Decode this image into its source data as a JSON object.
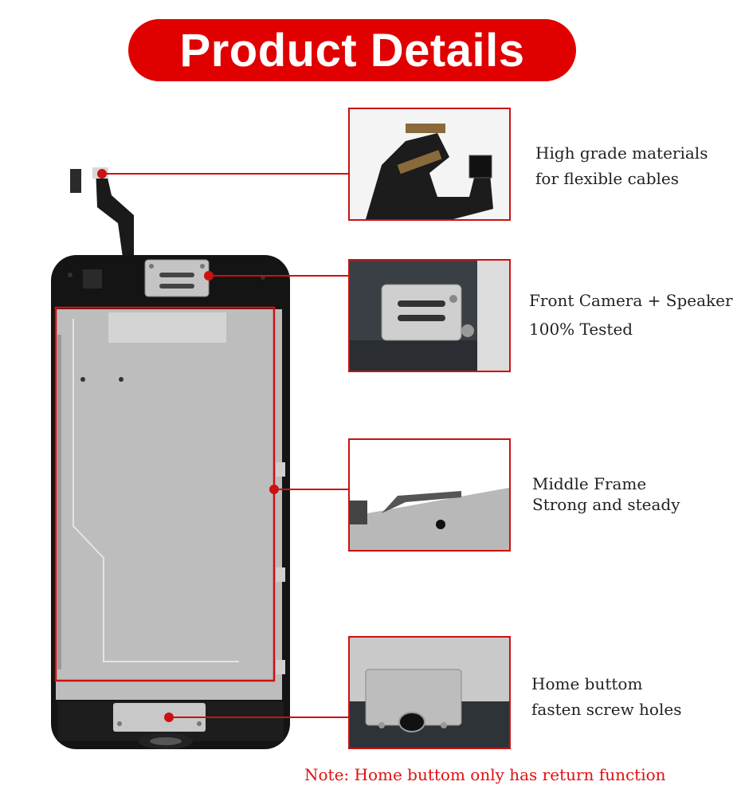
{
  "banner": {
    "title": "Product Details",
    "color": "#e00000"
  },
  "features": [
    {
      "line1": "High grade materials",
      "line2": "for flexible cables",
      "icon": "flex-cable-closeup"
    },
    {
      "line1": "Front Camera + Speaker",
      "line2": "100% Tested",
      "icon": "camera-speaker-bracket-closeup"
    },
    {
      "line1": "Middle Frame",
      "line2": "Strong and steady",
      "icon": "middle-frame-closeup"
    },
    {
      "line1": "Home buttom",
      "line2": "fasten screw holes",
      "icon": "home-button-bracket-closeup"
    }
  ],
  "note": "Note: Home buttom only has return function",
  "colors": {
    "accent": "#cc1111",
    "note": "#e01010"
  }
}
